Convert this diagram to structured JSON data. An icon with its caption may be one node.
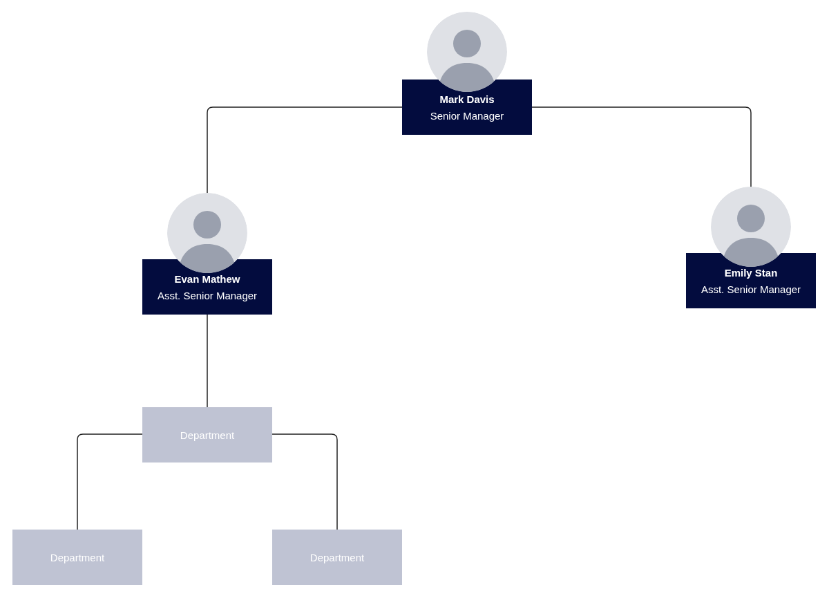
{
  "diagram": {
    "nodes": [
      {
        "text": [
          "Mark Davis",
          "Senior Manager"
        ]
      },
      {
        "text": [
          "Evan Mathew",
          "Asst. Senior Manager"
        ]
      },
      {
        "text": [
          "Emily Stan",
          "Asst. Senior Manager"
        ]
      },
      {
        "text": [
          "Department"
        ]
      },
      {
        "text": [
          "Department"
        ]
      },
      {
        "text": [
          "Department"
        ]
      }
    ],
    "edges": [
      {
        "from": 0,
        "to": 1,
        "arrow": "none"
      },
      {
        "from": 0,
        "to": 2,
        "arrow": "none"
      },
      {
        "from": 1,
        "to": 3,
        "arrow": "none"
      },
      {
        "from": 3,
        "to": 4,
        "arrow": "none"
      },
      {
        "from": 3,
        "to": 5,
        "arrow": "none"
      }
    ]
  }
}
